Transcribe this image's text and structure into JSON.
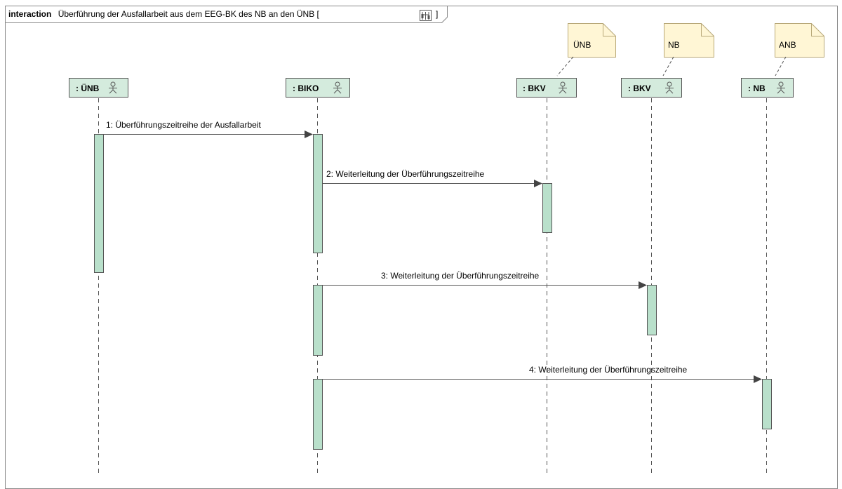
{
  "frame": {
    "keyword": "interaction",
    "title": "Überführung der Ausfallarbeit aus dem EEG-BK des NB an den ÜNB [",
    "title_close": "]",
    "icon": "sequence-diagram-icon"
  },
  "lifelines": [
    {
      "label": ": ÜNB",
      "icon": "actor-icon"
    },
    {
      "label": ": BIKO",
      "icon": "actor-icon"
    },
    {
      "label": ": BKV",
      "icon": "actor-icon"
    },
    {
      "label": ": BKV",
      "icon": "actor-icon"
    },
    {
      "label": ": NB",
      "icon": "actor-icon"
    }
  ],
  "notes": [
    {
      "text": "ÜNB",
      "attached_to": 2
    },
    {
      "text": "NB",
      "attached_to": 3
    },
    {
      "text": "ANB",
      "attached_to": 4
    }
  ],
  "messages": [
    {
      "label": "1: Überführungszeitreihe der Ausfallarbeit",
      "from": 0,
      "to": 1
    },
    {
      "label": "2: Weiterleitung der Überführungszeitreihe",
      "from": 1,
      "to": 2
    },
    {
      "label": "3: Weiterleitung der Überführungszeitreihe",
      "from": 1,
      "to": 3
    },
    {
      "label": "4: Weiterleitung der Überführungszeitreihe",
      "from": 1,
      "to": 4
    }
  ],
  "colors": {
    "lifeline_fill": "#d4ebdd",
    "activation_fill": "#b9e0cb",
    "note_fill": "#fff6d5",
    "line": "#555555"
  }
}
